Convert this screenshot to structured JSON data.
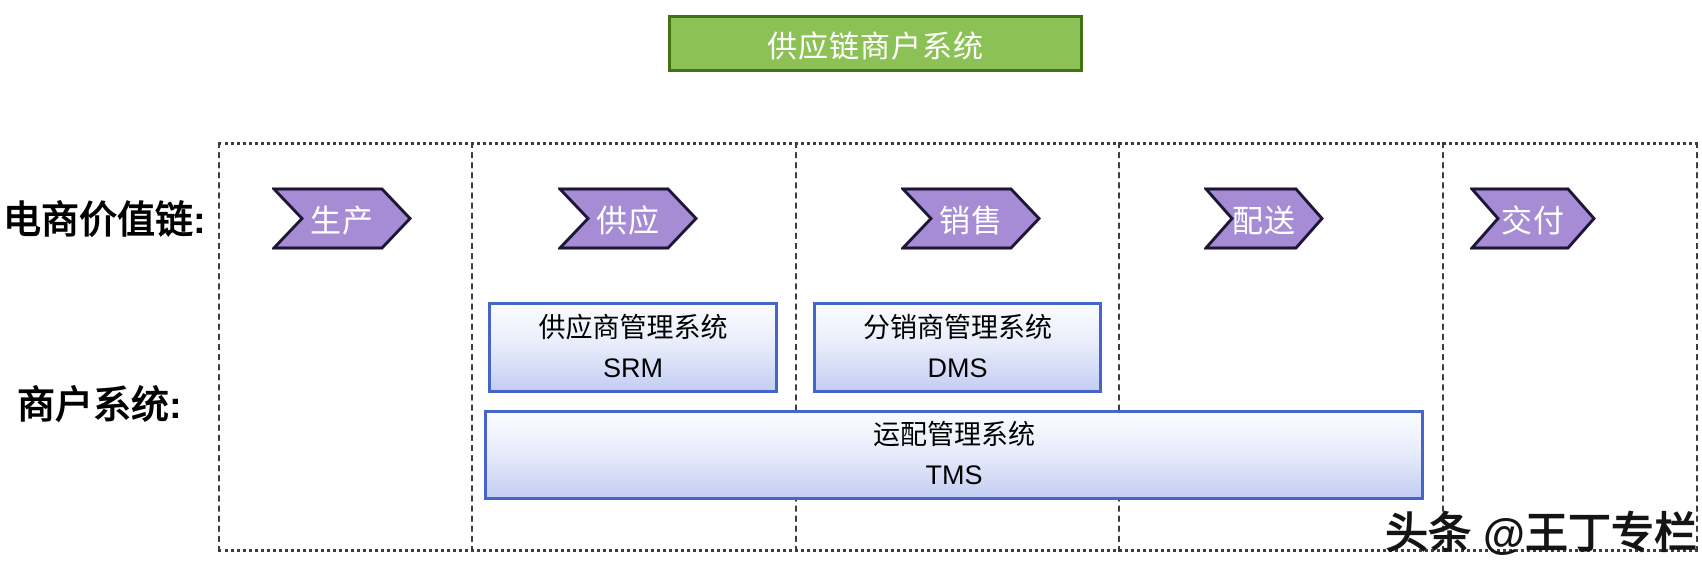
{
  "title_box": {
    "label": "供应链商户系统"
  },
  "row_labels": {
    "value_chain": "电商价值链:",
    "merchant_system": "商户系统:"
  },
  "value_chain_steps": [
    {
      "label": "生产"
    },
    {
      "label": "供应"
    },
    {
      "label": "销售"
    },
    {
      "label": "配送"
    },
    {
      "label": "交付"
    }
  ],
  "systems": [
    {
      "line1": "供应商管理系统",
      "line2": "SRM"
    },
    {
      "line1": "分销商管理系统",
      "line2": "DMS"
    },
    {
      "line1": "运配管理系统",
      "line2": "TMS"
    }
  ],
  "watermark": "头条 @王丁专栏",
  "colors": {
    "title-fill": "#8cc155",
    "title-border": "#447116",
    "arrow-fill": "#a58cd5",
    "arrow-stroke": "#1e1535",
    "box-border": "#4565c8",
    "box-fill-top": "#fbfcff",
    "box-fill-bottom": "#c4cef2",
    "dash-color": "#3d3d3d",
    "text-dark": "#000000",
    "text-light": "#ffffff"
  }
}
